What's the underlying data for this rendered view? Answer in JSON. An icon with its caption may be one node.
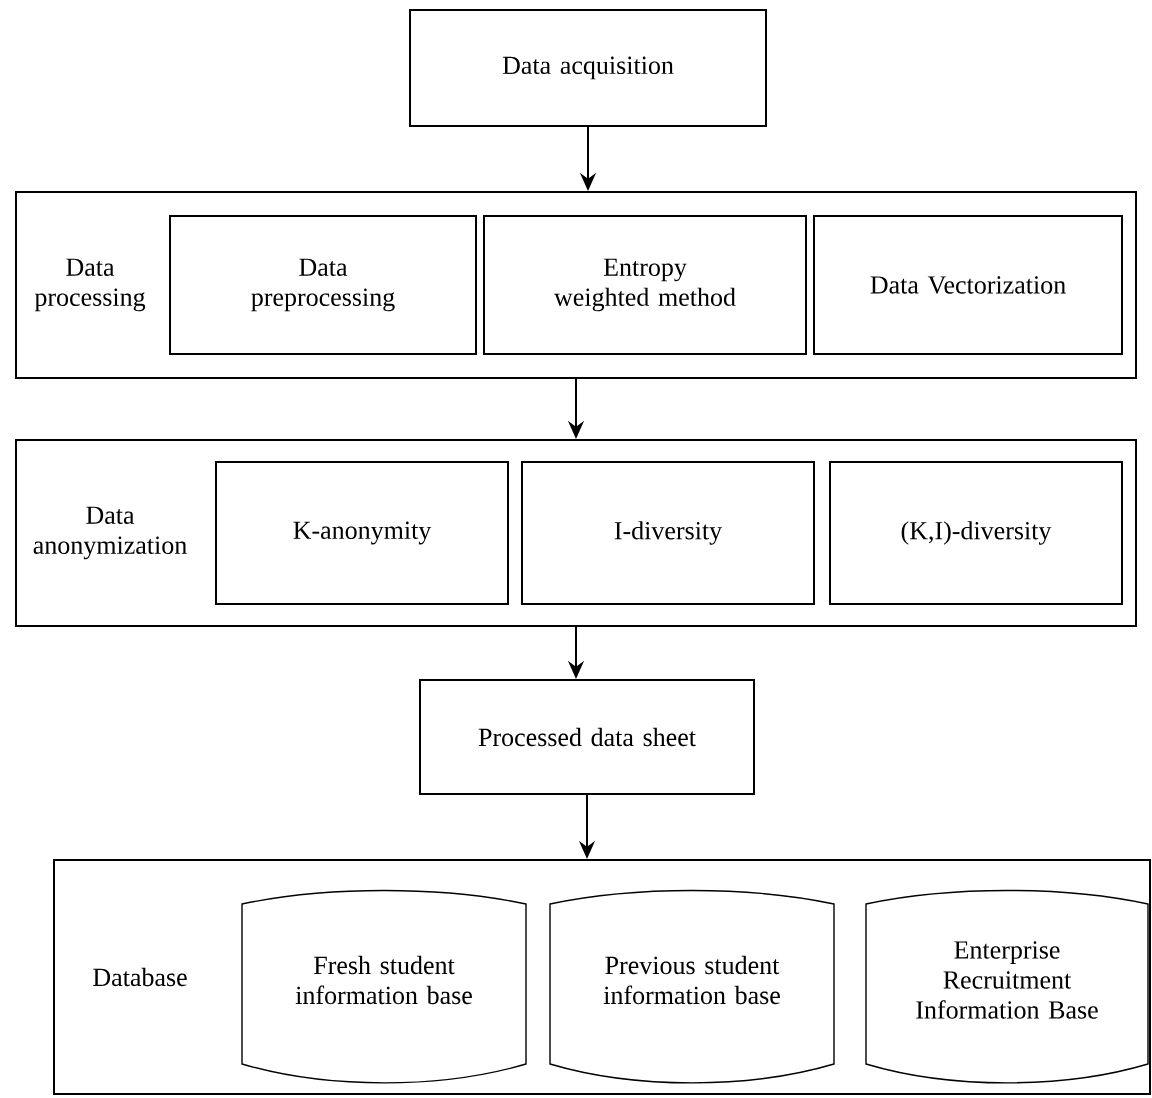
{
  "diagram": {
    "nodes": [
      {
        "text": [
          "Data acquisition"
        ]
      },
      {
        "text": [
          "Data processing"
        ]
      },
      {
        "text": [
          "Data preprocessing"
        ],
        "in": 1
      },
      {
        "text": [
          "Entropy weighted method"
        ],
        "in": 1
      },
      {
        "text": [
          "Data Vectorization"
        ],
        "in": 1
      },
      {
        "text": [
          "Data anonymization"
        ]
      },
      {
        "text": [
          "K-anonymity"
        ],
        "in": 5
      },
      {
        "text": [
          "I-diversity"
        ],
        "in": 5
      },
      {
        "text": [
          "(K,I)-diversity"
        ],
        "in": 5
      },
      {
        "text": [
          "Processed data sheet"
        ]
      },
      {
        "text": [
          "Database"
        ]
      },
      {
        "text": [
          "Fresh student information base"
        ],
        "in": 10
      },
      {
        "text": [
          "Previous student information base"
        ],
        "in": 10
      },
      {
        "text": [
          "Enterprise Recruitment Information Base"
        ],
        "in": 10
      }
    ],
    "edges": [
      {
        "from": 0,
        "to": 1,
        "arrow": "to"
      },
      {
        "from": 1,
        "to": 5,
        "arrow": "to"
      },
      {
        "from": 5,
        "to": 9,
        "arrow": "to"
      },
      {
        "from": 9,
        "to": 10,
        "arrow": "to"
      }
    ]
  }
}
